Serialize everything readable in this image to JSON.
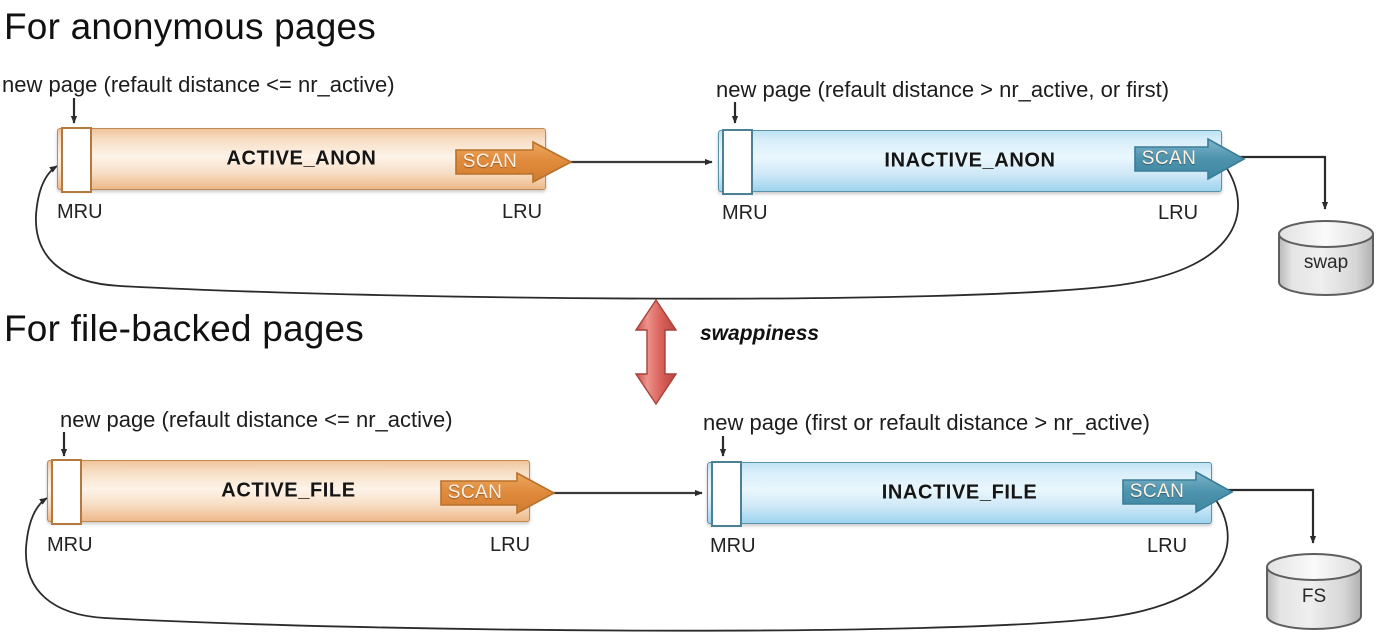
{
  "diagram": {
    "title_anon": "For anonymous pages",
    "title_file": "For file-backed pages",
    "swappiness_label": "swappiness"
  },
  "sections": [
    {
      "id": "anon",
      "heading": "For anonymous pages",
      "active": {
        "caption": "new page (refault distance <= nr_active)",
        "list_name": "ACTIVE_ANON",
        "mru_label": "MRU",
        "lru_label": "LRU",
        "scan_label": "SCAN",
        "color": "#e99a4e"
      },
      "inactive": {
        "caption": "new page (refault distance > nr_active, or first)",
        "list_name": "INACTIVE_ANON",
        "mru_label": "MRU",
        "lru_label": "LRU",
        "scan_label": "SCAN",
        "color": "#4e93ad"
      },
      "store": "swap"
    },
    {
      "id": "file",
      "heading": "For file-backed pages",
      "active": {
        "caption": "new page (refault distance <= nr_active)",
        "list_name": "ACTIVE_FILE",
        "mru_label": "MRU",
        "lru_label": "LRU",
        "scan_label": "SCAN",
        "color": "#e99a4e"
      },
      "inactive": {
        "caption": "new page (first or refault distance > nr_active)",
        "list_name": "INACTIVE_FILE",
        "mru_label": "MRU",
        "lru_label": "LRU",
        "scan_label": "SCAN",
        "color": "#4e93ad"
      },
      "store": "FS"
    }
  ],
  "stores": {
    "swap": "swap",
    "fs": "FS"
  },
  "colors": {
    "active_accent": "#e08a3c",
    "inactive_accent": "#4e93ad",
    "swappiness_arrow": "#d9625a",
    "line": "#2b2b2b"
  }
}
